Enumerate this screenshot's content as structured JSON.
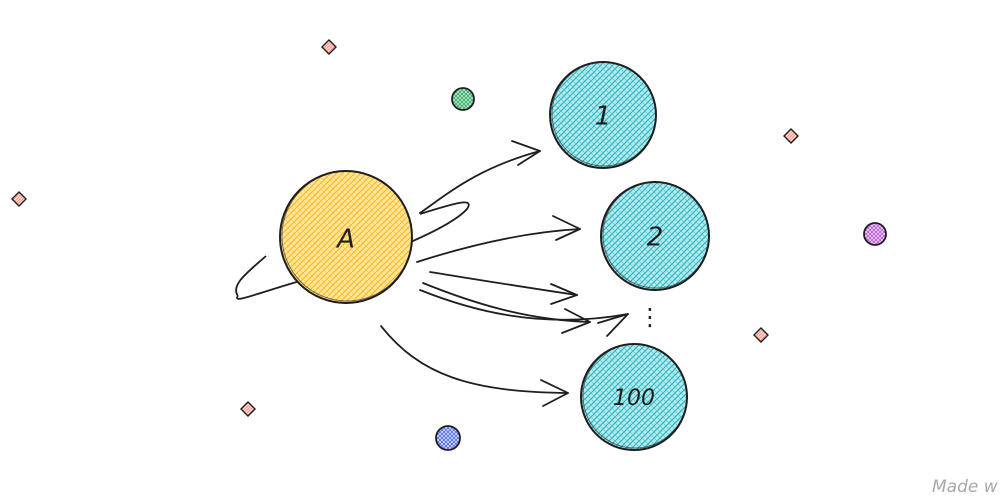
{
  "diagram": {
    "source_node": {
      "label": "A",
      "fill": "#ffc44d"
    },
    "target_nodes": [
      {
        "label": "1",
        "fill": "#3fc1c9"
      },
      {
        "label": "2",
        "fill": "#3fc1c9"
      },
      {
        "label": "100",
        "fill": "#3fc1c9"
      }
    ],
    "ellipsis": "⋮",
    "decor_colors": {
      "planet_green": "#40c077",
      "planet_purple": "#c86de0",
      "planet_blue": "#5c7cfa",
      "star": "#ff8a80",
      "stroke": "#1e1e1e"
    }
  },
  "watermark": "Made w"
}
